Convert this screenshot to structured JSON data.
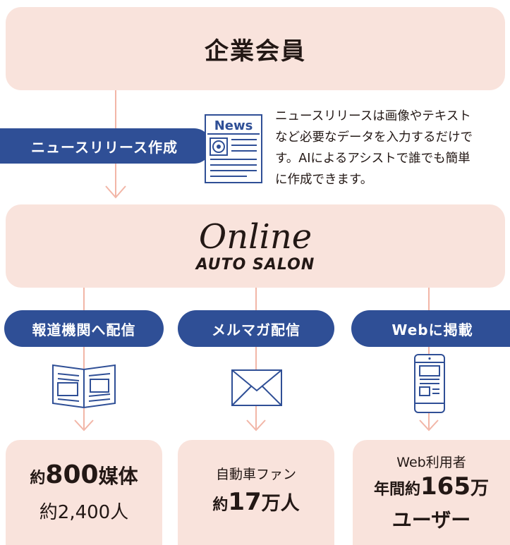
{
  "top": {
    "title": "企業会員"
  },
  "step1": {
    "pill": "ニュースリリース作成",
    "icon": "news-document-icon",
    "icon_text": "News",
    "description": [
      "ニュースリリースは画像やテキスト",
      "など必要なデータを入力するだけで",
      "す。AIによるアシストで誰でも簡単",
      "に作成できます。"
    ]
  },
  "brand": {
    "script": "Online",
    "subtitle": "AUTO SALON"
  },
  "channels": [
    {
      "label": "報道機関へ配信",
      "icon": "open-book-icon",
      "stats": [
        {
          "text": "約",
          "size": "sm"
        },
        {
          "text": "800",
          "size": "lg"
        },
        {
          "text": "媒体",
          "size": "md"
        }
      ],
      "sub": "約2,400人"
    },
    {
      "label": "メルマガ配信",
      "icon": "envelope-icon",
      "caption": "自動車ファン",
      "main_parts": [
        {
          "text": "約",
          "size": "sm"
        },
        {
          "text": "17",
          "size": "lg"
        },
        {
          "text": "万人",
          "size": "md"
        }
      ]
    },
    {
      "label": "Webに掲載",
      "icon": "smartphone-icon",
      "caption": "Web利用者",
      "main_parts": [
        {
          "text": "年間約",
          "size": "md"
        },
        {
          "text": "165",
          "size": "lg"
        },
        {
          "text": "万",
          "size": "md"
        }
      ],
      "sub": "ユーザー"
    }
  ],
  "colors": {
    "navy": "#2f4f96",
    "pink": "#f9e3dc",
    "connector": "#f2b6a7",
    "text": "#231815"
  }
}
